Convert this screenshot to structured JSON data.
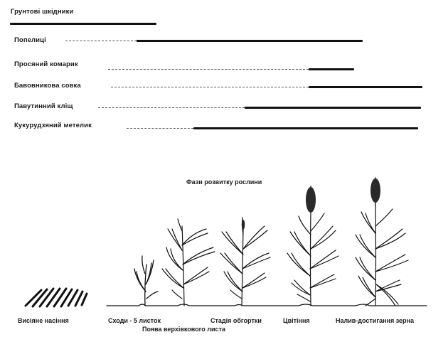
{
  "header": {
    "title": "Грунтові шкідники"
  },
  "pests": [
    {
      "label": "Попелиці"
    },
    {
      "label": "Просяний комарик"
    },
    {
      "label": "Бавовникова совка"
    },
    {
      "label": "Павутинний кліщ"
    },
    {
      "label": "Кукурудзяний метелик"
    }
  ],
  "diagram": {
    "title": "Фази розвитку рослини",
    "stages": [
      {
        "label": "Висіяне насіння"
      },
      {
        "label": "Сходи - 5 листок"
      },
      {
        "label": "Поява верхівкового листа"
      },
      {
        "label": "Стадія обгортки"
      },
      {
        "label": "Цвітіння"
      },
      {
        "label": "Налив-достигання зерна"
      }
    ]
  },
  "colors": {
    "ink": "#111111",
    "dotted": "#555555",
    "panicle": "#2a2a2a"
  }
}
